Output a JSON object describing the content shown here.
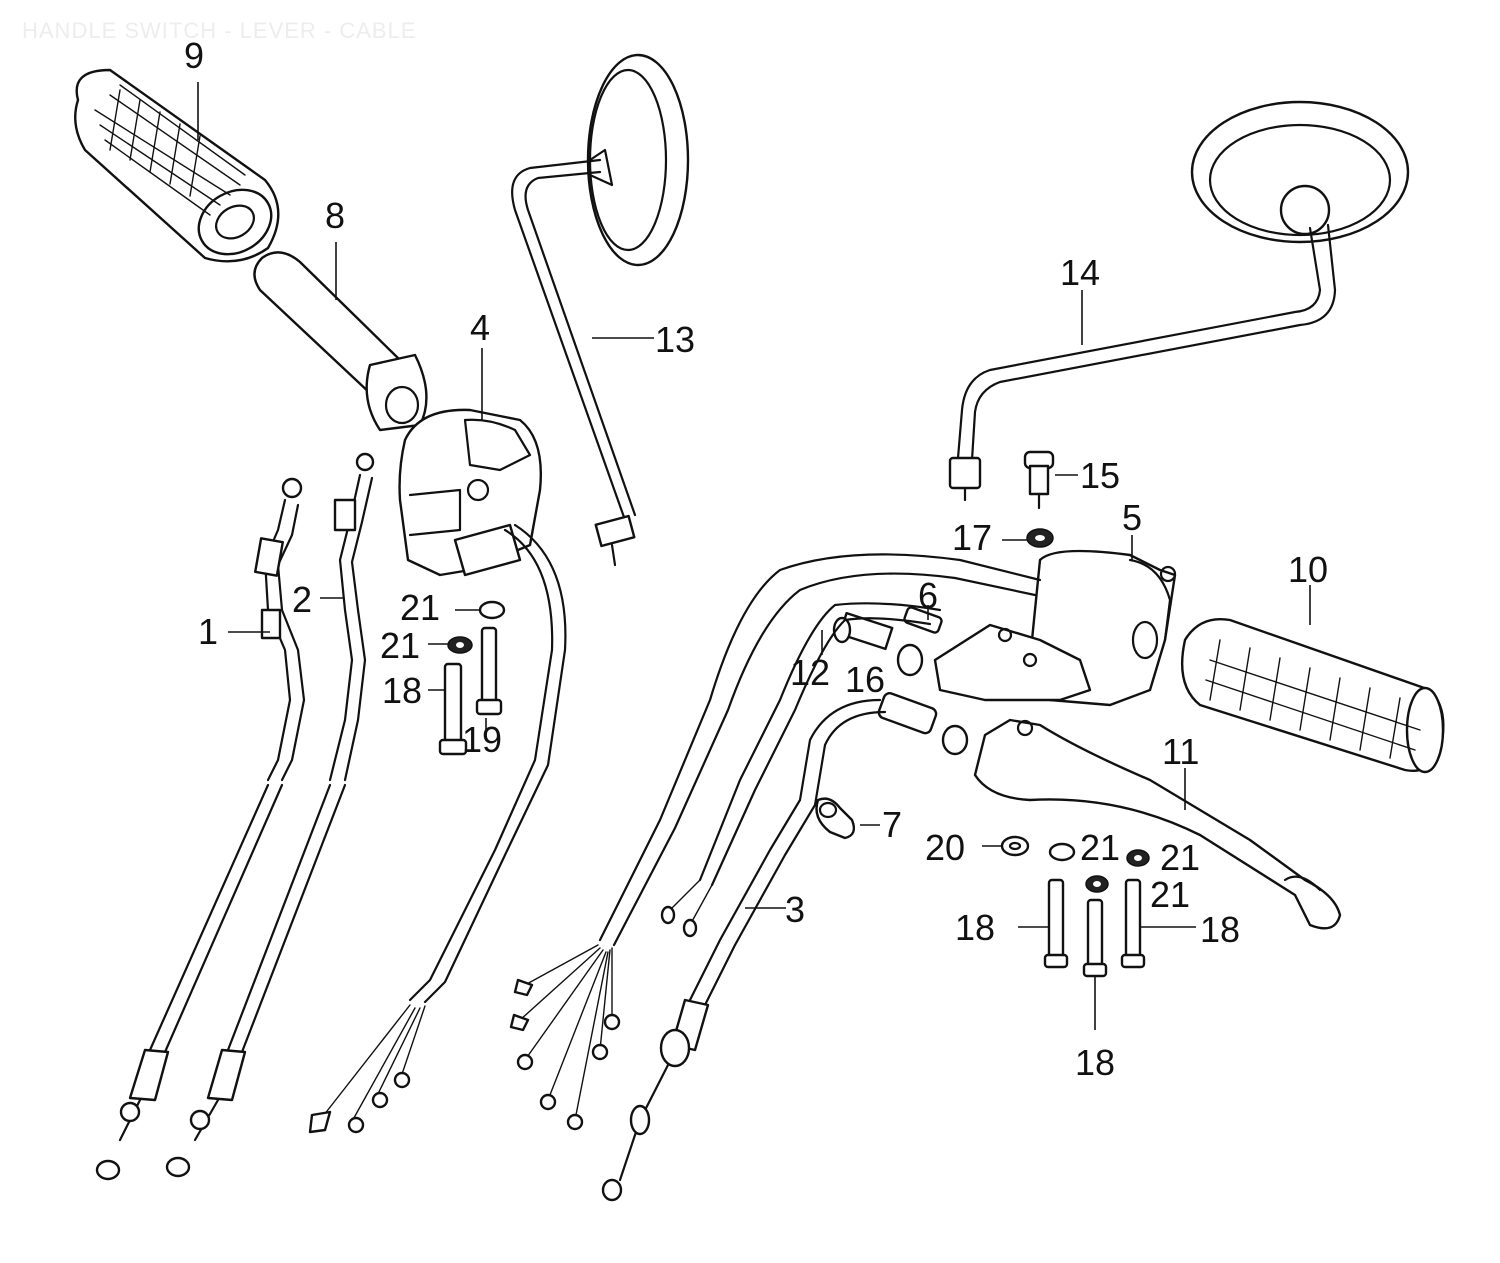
{
  "title": "HANDLE SWITCH - LEVER - CABLE",
  "labels": {
    "p1": "1",
    "p2": "2",
    "p3": "3",
    "p4": "4",
    "p5": "5",
    "p6": "6",
    "p7": "7",
    "p8": "8",
    "p9": "9",
    "p10": "10",
    "p11": "11",
    "p12": "12",
    "p13": "13",
    "p14": "14",
    "p15": "15",
    "p16": "16",
    "p17": "17",
    "p18a": "18",
    "p18b": "18",
    "p18c": "18",
    "p18d": "18",
    "p19": "19",
    "p20": "20",
    "p21a": "21",
    "p21b": "21",
    "p21c": "21",
    "p21d": "21",
    "p21e": "21"
  }
}
